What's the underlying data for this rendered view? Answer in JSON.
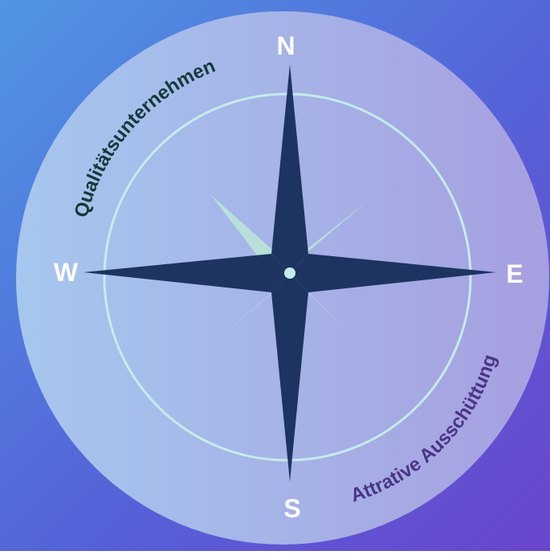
{
  "compass": {
    "north": "N",
    "south": "S",
    "east": "E",
    "west": "W"
  },
  "arc_labels": {
    "top_left": "Qualitätsunternehmen",
    "bottom_right": "Attrative Ausschüttung"
  },
  "colors": {
    "background_start": "#4d8fe0",
    "background_end": "#6a45cc",
    "disc": "#a9c4ee",
    "ring": "#c4ecea",
    "star_main": "#1d3461",
    "star_diagonal": "#b8e0da",
    "cardinal_text": "#ffffff",
    "label_top_left": "#143a3a",
    "label_bottom_right": "#4a3585"
  }
}
